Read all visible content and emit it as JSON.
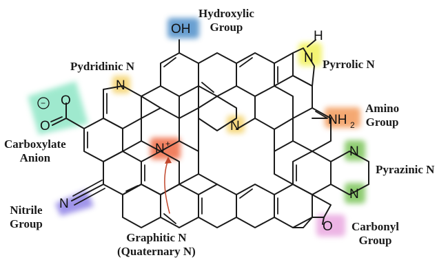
{
  "labels": {
    "hydroxylic": [
      "Hydroxylic",
      "Group"
    ],
    "pyridinic": "Pydridinic N",
    "pyrrolic": "Pyrrolic N",
    "amino": [
      "Amino",
      "Group"
    ],
    "carboxylate": [
      "Carboxylate",
      "Anion"
    ],
    "pyrazinic": "Pyrazinic N",
    "nitrile": [
      "Nitrile",
      "Group"
    ],
    "carbonyl": [
      "Carbonyl",
      "Group"
    ],
    "graphitic": [
      "Graphitic N",
      "(Quaternary N)"
    ]
  },
  "atoms": {
    "oh": "OH",
    "pyridinic_n": "N",
    "pyrrolic_n": "N",
    "pyrrolic_h": "H",
    "center_n": "N",
    "amino_base": "NH",
    "amino_sub": "2",
    "graphitic_n": "N",
    "graphitic_charge": "+",
    "pyrazine_n1": "N",
    "pyrazine_n2": "N",
    "nitrile_n": "N",
    "carbonyl_o": "O",
    "carboxyl_o1": "O",
    "carboxyl_o2": "O",
    "carboxyl_charge": "−"
  },
  "highlight_colors": {
    "hydroxylic": "#4f8fc9",
    "pyridinic": "#f4d26a",
    "pyrrolic": "#f2f25a",
    "amino": "#f39a5a",
    "graphitic": "#ef6a45",
    "pyrazinic": "#7cc45a",
    "nitrile": "#8f82e6",
    "carbonyl": "#e9a8e0",
    "carboxylate": "#8fe6c6",
    "arrow": "#c0452a"
  }
}
